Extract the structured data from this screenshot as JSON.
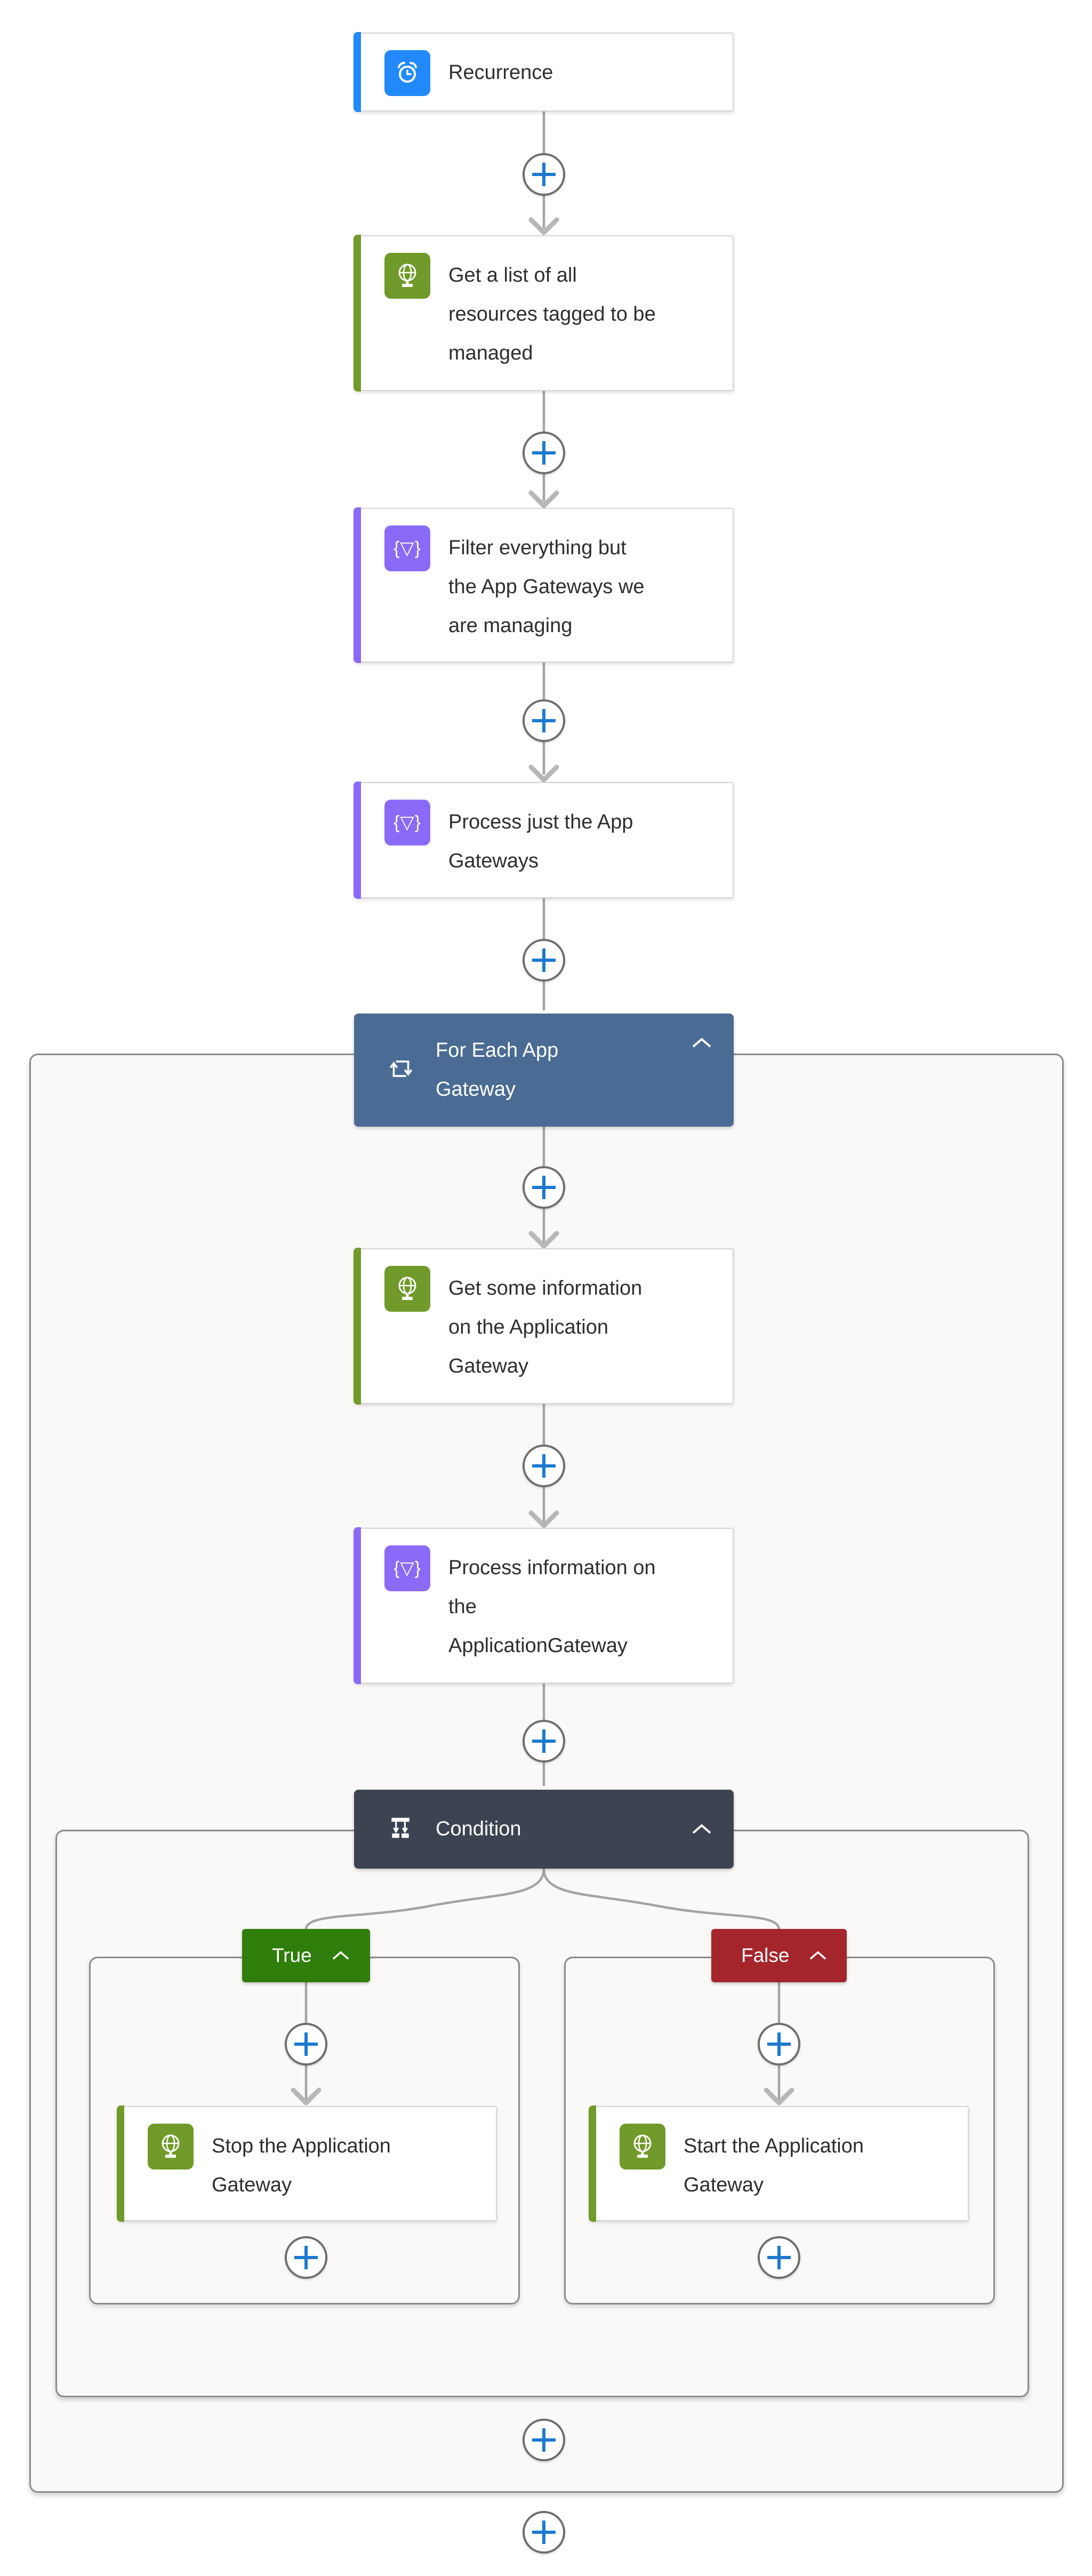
{
  "colors": {
    "recurrence_blue": "#2289fb",
    "http_green": "#709a29",
    "data_ops_purple": "#8a6bf8",
    "foreach_header_blue": "#4a6c94",
    "condition_header_dark": "#3d4451",
    "true_green": "#2f7d0b",
    "false_red": "#a4262c",
    "connector_gray": "#a6a4a2",
    "plus_blue": "#1c79d0"
  },
  "nodes": {
    "recurrence": {
      "label": "Recurrence"
    },
    "get_list": {
      "label": "Get a list of all\nresources tagged to be\nmanaged"
    },
    "filter": {
      "label": "Filter everything but\nthe App Gateways we\nare managing"
    },
    "process_just": {
      "label": "Process just the App\nGateways"
    },
    "foreach": {
      "label": "For Each App\nGateway"
    },
    "get_info": {
      "label": "Get some information\non the Application\nGateway"
    },
    "process_info": {
      "label": "Process information on\nthe\nApplicationGateway"
    },
    "condition": {
      "label": "Condition"
    },
    "stop_gw": {
      "label": "Stop the Application\nGateway"
    },
    "start_gw": {
      "label": "Start the Application\nGateway"
    }
  },
  "branches": {
    "true_label": "True",
    "false_label": "False"
  },
  "icons": {
    "data_operations_glyph": "{▽}"
  }
}
